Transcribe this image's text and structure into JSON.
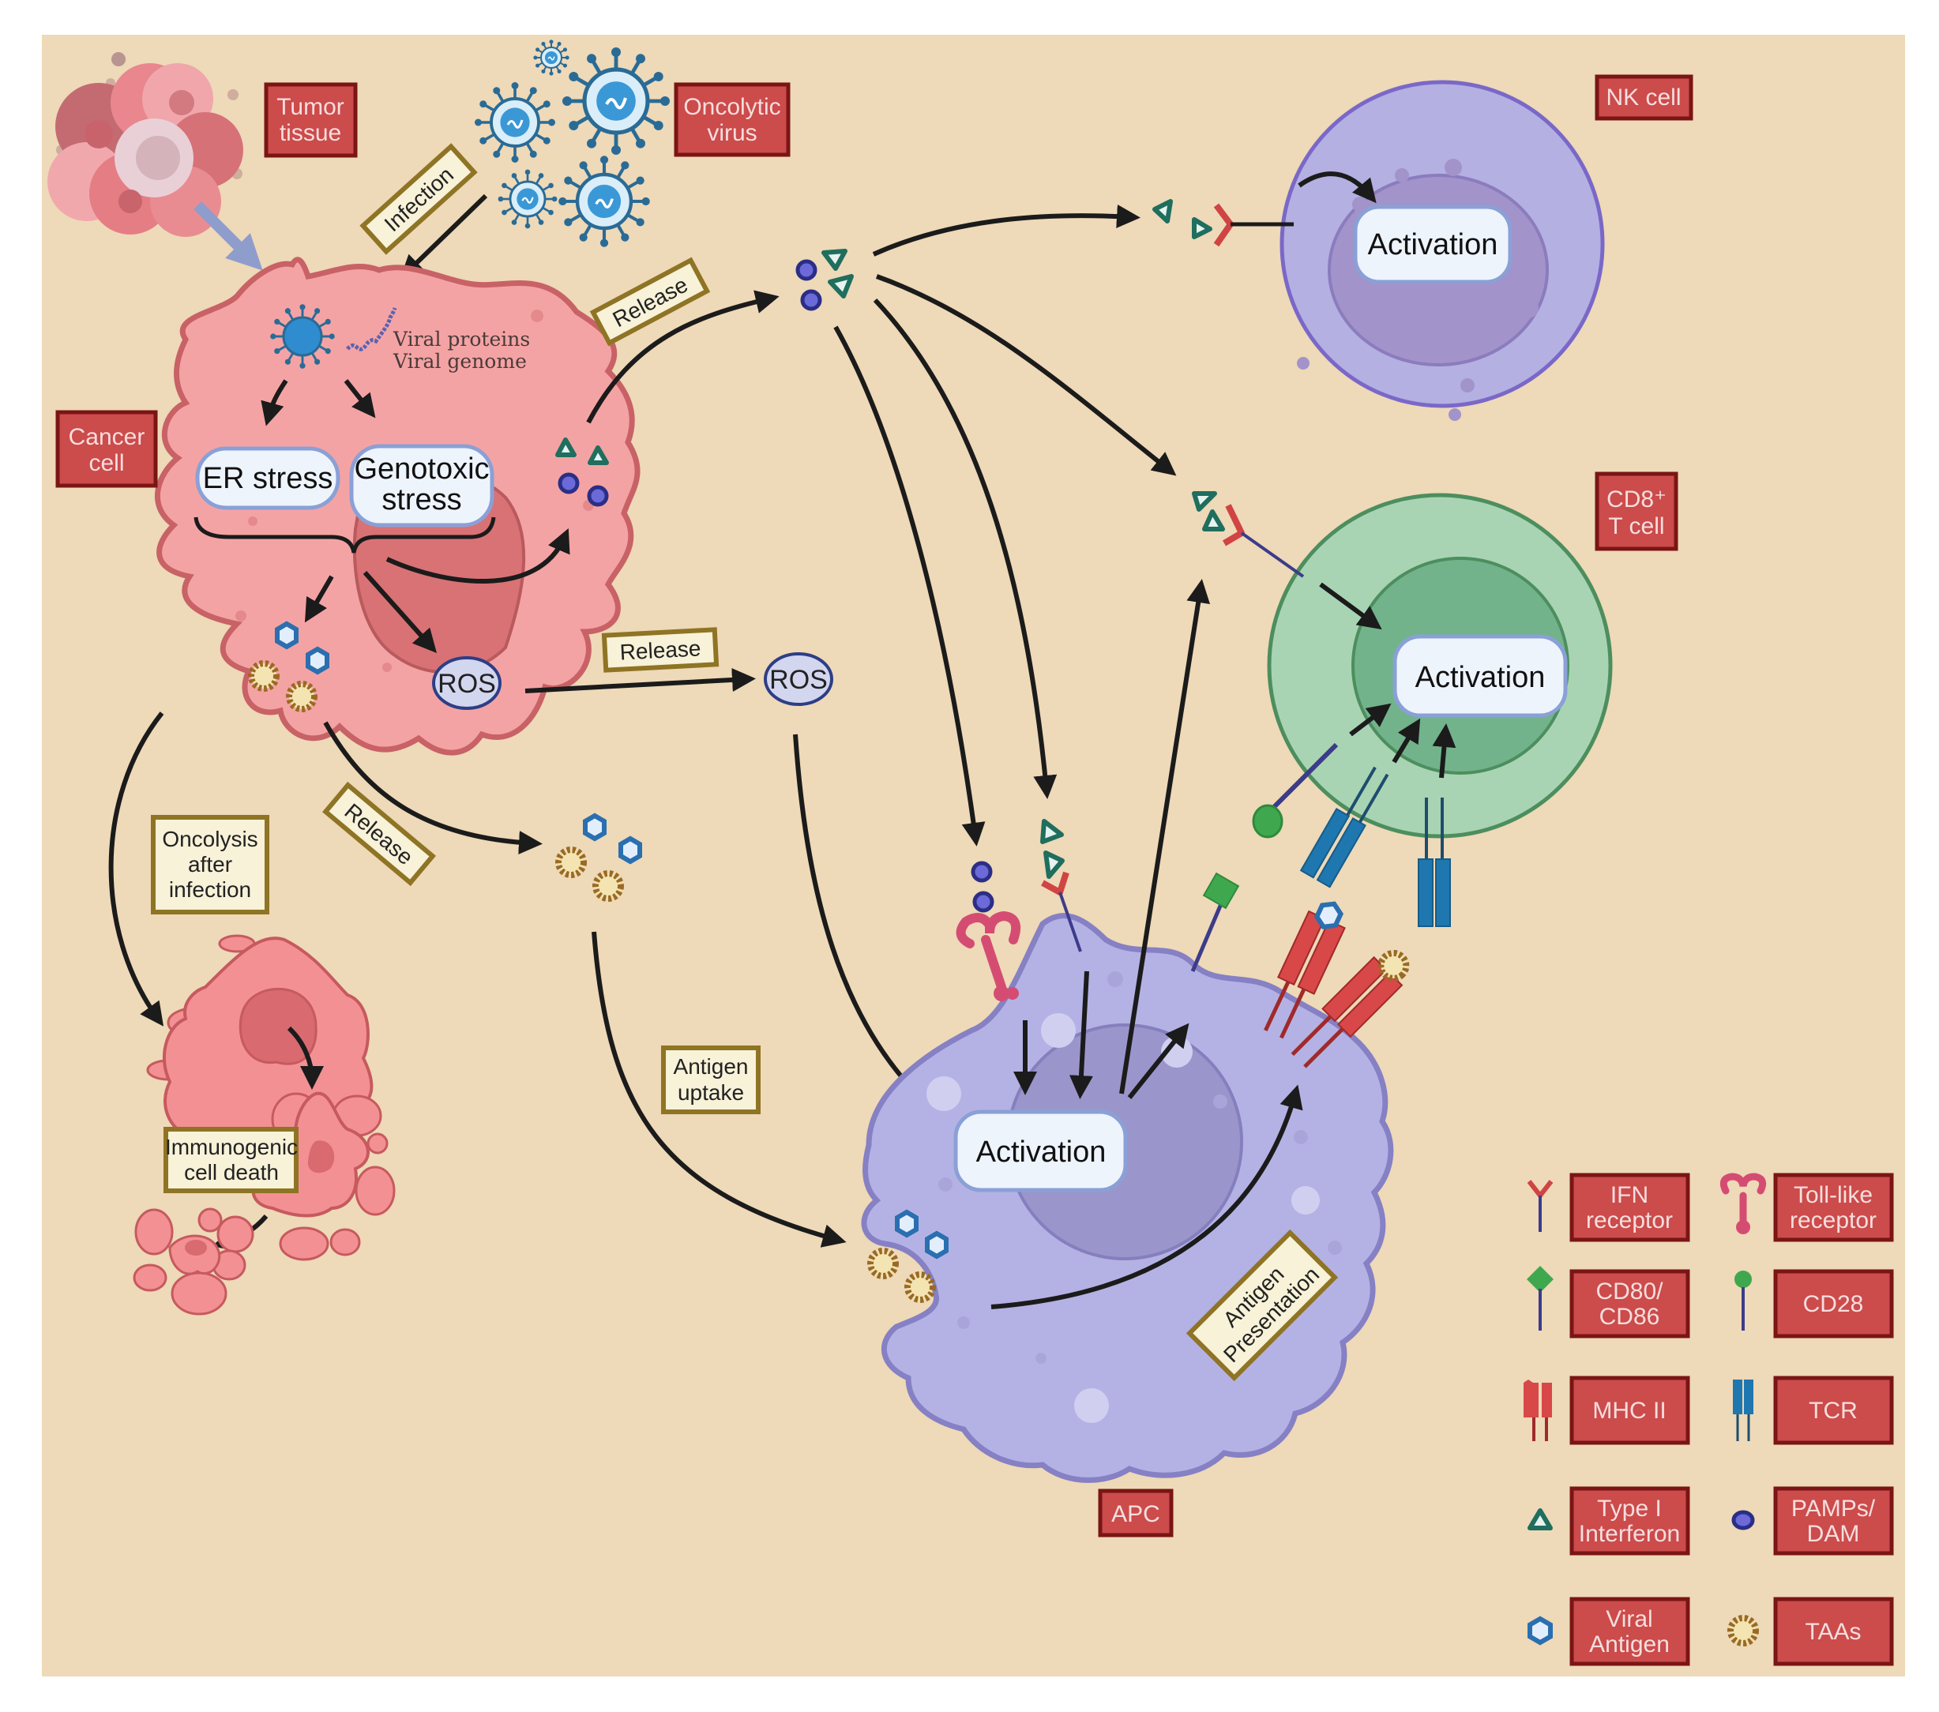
{
  "labels": {
    "tumor_tissue": [
      "Tumor",
      "tissue"
    ],
    "oncolytic_virus": [
      "Oncolytic",
      "virus"
    ],
    "cancer_cell": [
      "Cancer",
      "cell"
    ],
    "nk_cell": [
      "NK cell"
    ],
    "cd8_t_cell": [
      "CD8⁺",
      "T cell"
    ],
    "apc": [
      "APC"
    ]
  },
  "process_labels": {
    "infection": "Infection",
    "release_top": "Release",
    "release_ros": "Release",
    "release_antigen": "Release",
    "oncolysis": [
      "Oncolysis",
      "after",
      "infection"
    ],
    "antigen_uptake": [
      "Antigen",
      "uptake"
    ],
    "immunogenic_cell_death": [
      "Immunogenic",
      "cell death"
    ],
    "antigen_presentation": [
      "Antigen",
      "Presentation"
    ]
  },
  "cancer_cell": {
    "viral_text": [
      "Viral proteins",
      "Viral genome"
    ],
    "er_stress": "ER stress",
    "genotoxic_stress": [
      "Genotoxic",
      "stress"
    ],
    "ros": "ROS"
  },
  "released_ros": "ROS",
  "activation": {
    "nk": "Activation",
    "cd8": "Activation",
    "apc": "Activation"
  },
  "legend": [
    {
      "icon": "ifn-receptor-icon",
      "label": [
        "IFN",
        "receptor"
      ]
    },
    {
      "icon": "toll-like-receptor-icon",
      "label": [
        "Toll-like",
        "receptor"
      ]
    },
    {
      "icon": "cd80-cd86-icon",
      "label": [
        "CD80/",
        "CD86"
      ]
    },
    {
      "icon": "cd28-icon",
      "label": [
        "CD28"
      ]
    },
    {
      "icon": "mhc-ii-icon",
      "label": [
        "MHC II"
      ]
    },
    {
      "icon": "tcr-icon",
      "label": [
        "TCR"
      ]
    },
    {
      "icon": "type-i-interferon-icon",
      "label": [
        "Type I",
        "Interferon"
      ]
    },
    {
      "icon": "pamps-dam-icon",
      "label": [
        "PAMPs/",
        "DAM"
      ]
    },
    {
      "icon": "viral-antigen-icon",
      "label": [
        "Viral",
        "Antigen"
      ]
    },
    {
      "icon": "taas-icon",
      "label": [
        "TAAs"
      ]
    }
  ],
  "colors": {
    "background": "#eed9b8",
    "label_red": "#cc4b4b",
    "label_tan": "#f7f2d8",
    "cancer_cell": "#f4a3a4",
    "nk_cell": "#b4b0e2",
    "cd8_cell": "#a8d4b4",
    "apc": "#b4b2e4",
    "interferon": "#1f6e5e",
    "pamp": "#6b6ad8",
    "viral_antigen": "#2a6fb0",
    "taa": "#9a6a22"
  }
}
